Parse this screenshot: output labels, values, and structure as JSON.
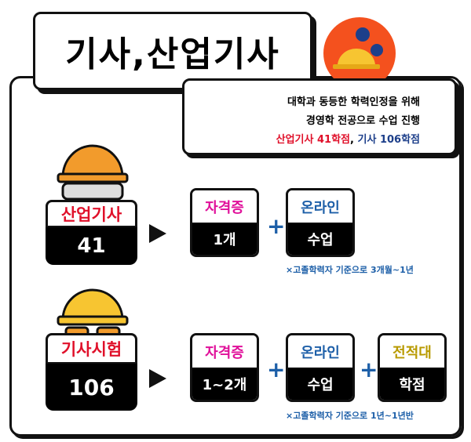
{
  "title": "기사,산업기사",
  "info": {
    "line1": "대학과 동등한 학력인정을 위해",
    "line2": "경영학 전공으로 수업 진행",
    "line3_red": "산업기사 41학점",
    "line3_sep": ", ",
    "line3_navy_a": "기사 ",
    "line3_navy_b": "106학점"
  },
  "colors": {
    "red": "#e0102a",
    "magenta": "#e0109a",
    "blue": "#1d5fa8",
    "gold": "#b89a00",
    "orange": "#f4511e"
  },
  "rows": [
    {
      "label": "산업기사",
      "credits": "41",
      "cards": [
        {
          "top": "자격증",
          "bottom": "1개"
        },
        {
          "top": "온라인",
          "bottom": "수업"
        }
      ],
      "note": "×고졸학력자 기준으로 3개월~1년"
    },
    {
      "label": "기사시험",
      "credits": "106",
      "cards": [
        {
          "top": "자격증",
          "bottom": "1~2개"
        },
        {
          "top": "온라인",
          "bottom": "수업"
        },
        {
          "top": "전적대",
          "bottom": "학점"
        }
      ],
      "note": "×고졸학력자 기준으로 1년~1년반"
    }
  ],
  "plus": "+"
}
